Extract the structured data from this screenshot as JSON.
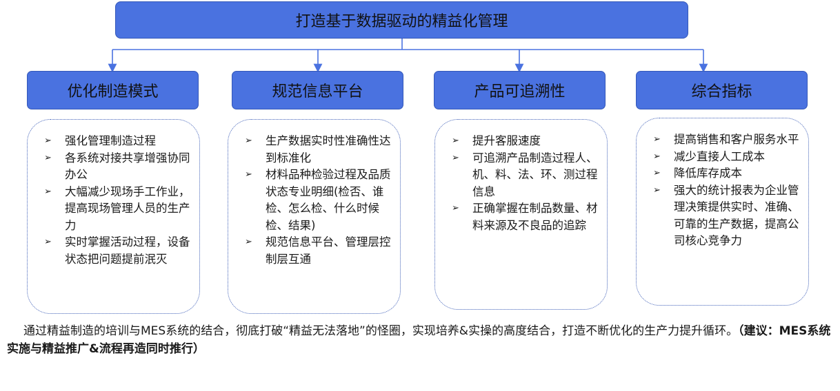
{
  "root": {
    "title": "打造基于数据驱动的精益化管理"
  },
  "categories": [
    {
      "title": "优化制造模式",
      "items": [
        "强化管理制造过程",
        "各系统对接共享增强协同办公",
        "大幅减少现场手工作业，提高现场管理人员的生产力",
        "实时掌握活动过程，设备状态把问题提前泯灭"
      ]
    },
    {
      "title": "规范信息平台",
      "items": [
        "生产数据实时性准确性达到标准化",
        "材料品种检验过程及品质状态专业明细(检否、谁检、怎么检、什么时候检、结果)",
        "规范信息平台、管理层控制层互通"
      ]
    },
    {
      "title": "产品可追溯性",
      "items": [
        "提升客服速度",
        "可追溯产品制造过程人、机、料、法、环、测过程信息",
        "正确掌握在制品数量、材料来源及不良品的追踪"
      ]
    },
    {
      "title": "综合指标",
      "items": [
        "提高销售和客户服务水平",
        "减少直接人工成本",
        "降低库存成本",
        "强大的统计报表为企业管理决策提供实时、准确、可靠的生产数据，提高公司核心竞争力"
      ]
    }
  ],
  "summary": {
    "text": "通过精益制造的培训与MES系统的结合，彻底打破“精益无法落地”的怪圈，实现培养&实操的高度结合，打造不断优化的生产力提升循环。",
    "suggestion": "（建议：MES系统实施与精益推广&流程再造同时推行）"
  },
  "colors": {
    "box_fill": "#4a72e0",
    "box_border": "#3357b8",
    "connector": "#4a72e0",
    "dotted_border": "#4060b8"
  }
}
